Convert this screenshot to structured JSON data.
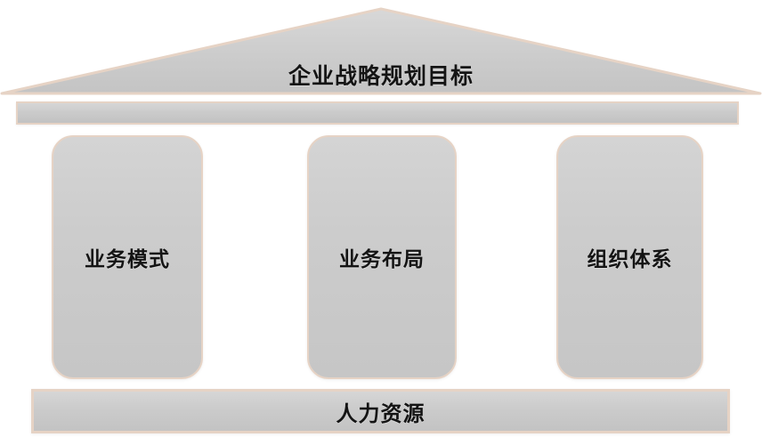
{
  "diagram": {
    "type": "temple-pillar-framework",
    "roof": {
      "name": "pediment",
      "label": "企业战略规划目标",
      "fill_color": "#cccccc",
      "border_color": "#e6d3c5"
    },
    "architrave": {
      "name": "entablature-beam",
      "label": "",
      "fill_color": "#cbcbcb",
      "border_color": "#e6d3c5"
    },
    "pillars": [
      {
        "id": "pillar-1",
        "label": "业务模式",
        "fill_color": "#cccccc",
        "border_color": "#e6d3c5"
      },
      {
        "id": "pillar-2",
        "label": "业务布局",
        "fill_color": "#cccccc",
        "border_color": "#e6d3c5"
      },
      {
        "id": "pillar-3",
        "label": "组织体系",
        "fill_color": "#cccccc",
        "border_color": "#e6d3c5"
      }
    ],
    "foundation": {
      "name": "base-platform",
      "label": "人力资源",
      "fill_color": "#cbcbcb",
      "border_color": "#e6d3c5"
    },
    "background_color": "#ffffff",
    "text_color": "#141414"
  }
}
